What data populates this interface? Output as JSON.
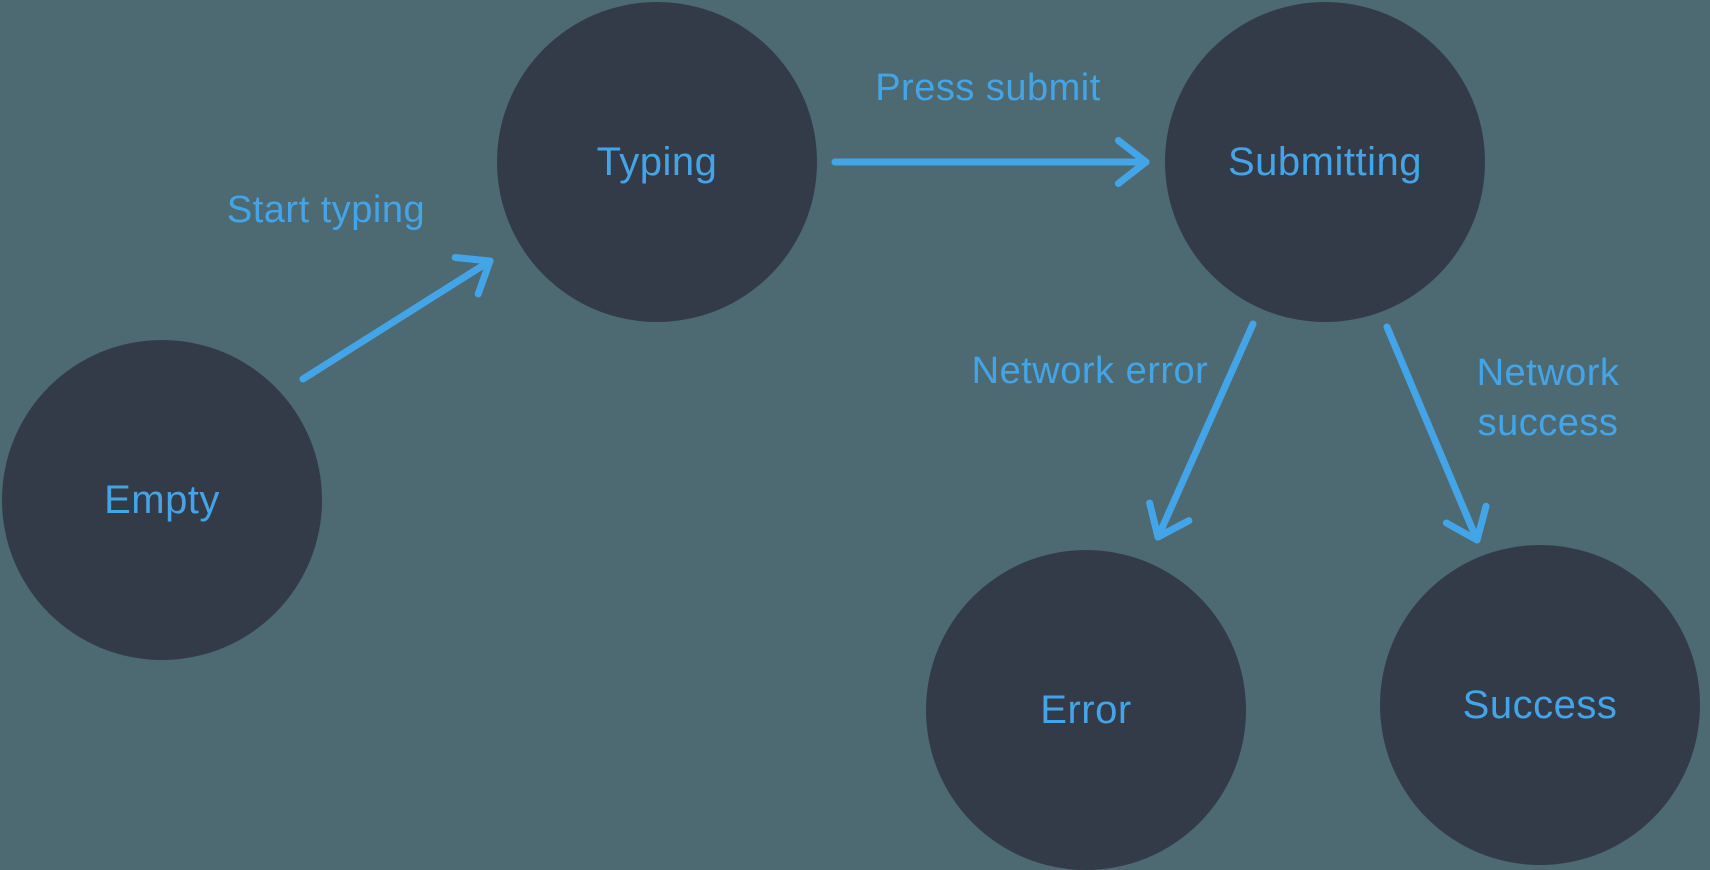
{
  "diagram": {
    "type": "state-machine",
    "colors": {
      "background": "#4D6971",
      "node_fill": "#333B48",
      "accent_blue": "#43A5E8"
    },
    "nodes": [
      {
        "id": "empty",
        "label": "Empty"
      },
      {
        "id": "typing",
        "label": "Typing"
      },
      {
        "id": "submitting",
        "label": "Submitting"
      },
      {
        "id": "error",
        "label": "Error"
      },
      {
        "id": "success",
        "label": "Success"
      }
    ],
    "edges": [
      {
        "id": "start-typing",
        "from": "empty",
        "to": "typing",
        "label": "Start typing"
      },
      {
        "id": "press-submit",
        "from": "typing",
        "to": "submitting",
        "label": "Press submit"
      },
      {
        "id": "network-error",
        "from": "submitting",
        "to": "error",
        "label": "Network error"
      },
      {
        "id": "network-success",
        "from": "submitting",
        "to": "success",
        "label": "Network success"
      }
    ]
  }
}
